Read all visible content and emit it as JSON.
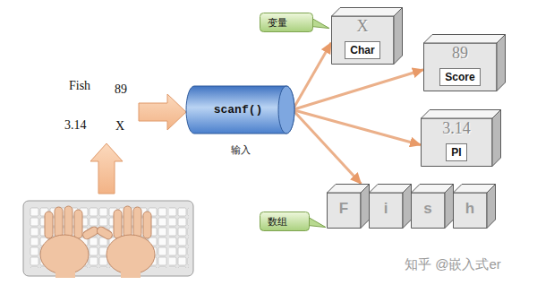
{
  "diagram": {
    "nodes": [
      {
        "text": [
          "变量"
        ]
      },
      {
        "text": [
          "X",
          "Char"
        ]
      },
      {
        "text": [
          "89",
          "Score"
        ]
      },
      {
        "text": [
          "scanf()",
          "输入"
        ]
      },
      {
        "text": [
          "3.14",
          "PI"
        ]
      },
      {
        "text": [
          "数组"
        ]
      },
      {
        "text": [
          "F"
        ]
      },
      {
        "text": [
          "i"
        ]
      },
      {
        "text": [
          "s"
        ]
      },
      {
        "text": [
          "h"
        ]
      }
    ],
    "edges": [
      {
        "from": 3,
        "to": 1,
        "arrow": "to"
      },
      {
        "from": 3,
        "to": 2,
        "arrow": "to"
      },
      {
        "from": 3,
        "to": 4,
        "arrow": "to"
      },
      {
        "from": 3,
        "to": 6,
        "arrow": "to"
      }
    ],
    "labels": [
      "Fish",
      "89",
      "3.14",
      "X",
      "知乎 @嵌入式er"
    ]
  }
}
